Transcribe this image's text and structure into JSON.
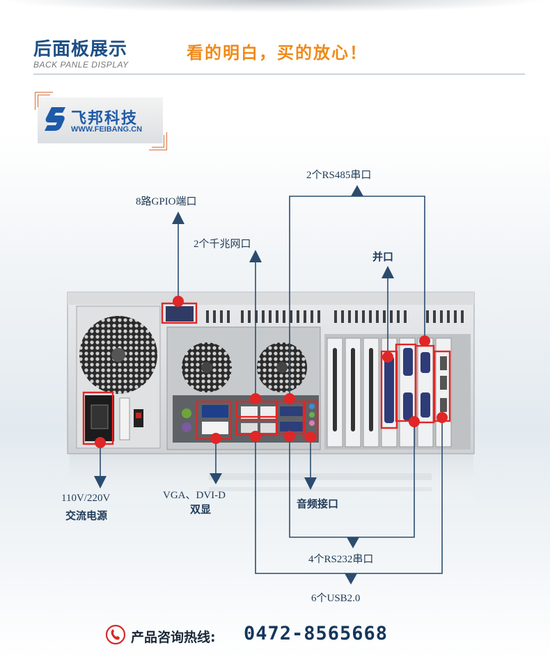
{
  "header": {
    "title": "后面板展示",
    "subtitle": "BACK PANLE DISPLAY",
    "slogan": "看的明白，买的放心！"
  },
  "logo": {
    "name": "飞邦科技",
    "url": "WWW.FEIBANG.CN"
  },
  "callouts": {
    "rs485": "2个RS485串口",
    "gpio": "8路GPIO端口",
    "lan": "2个千兆网口",
    "parallel": "并口",
    "power_line1": "110V/220V",
    "power_line2": "交流电源",
    "video_line1": "VGA、DVI-D",
    "video_line2": "双显",
    "audio": "音频接口",
    "rs232": "4个RS232串口",
    "usb": "6个USB2.0"
  },
  "hotline": {
    "label": "产品咨询热线:",
    "number": "0472-8565668"
  },
  "colors": {
    "title_blue": "#1d4e85",
    "slogan_orange": "#ef8a1a",
    "callout_red": "#e02626",
    "line_blue": "#2b4c6e"
  }
}
